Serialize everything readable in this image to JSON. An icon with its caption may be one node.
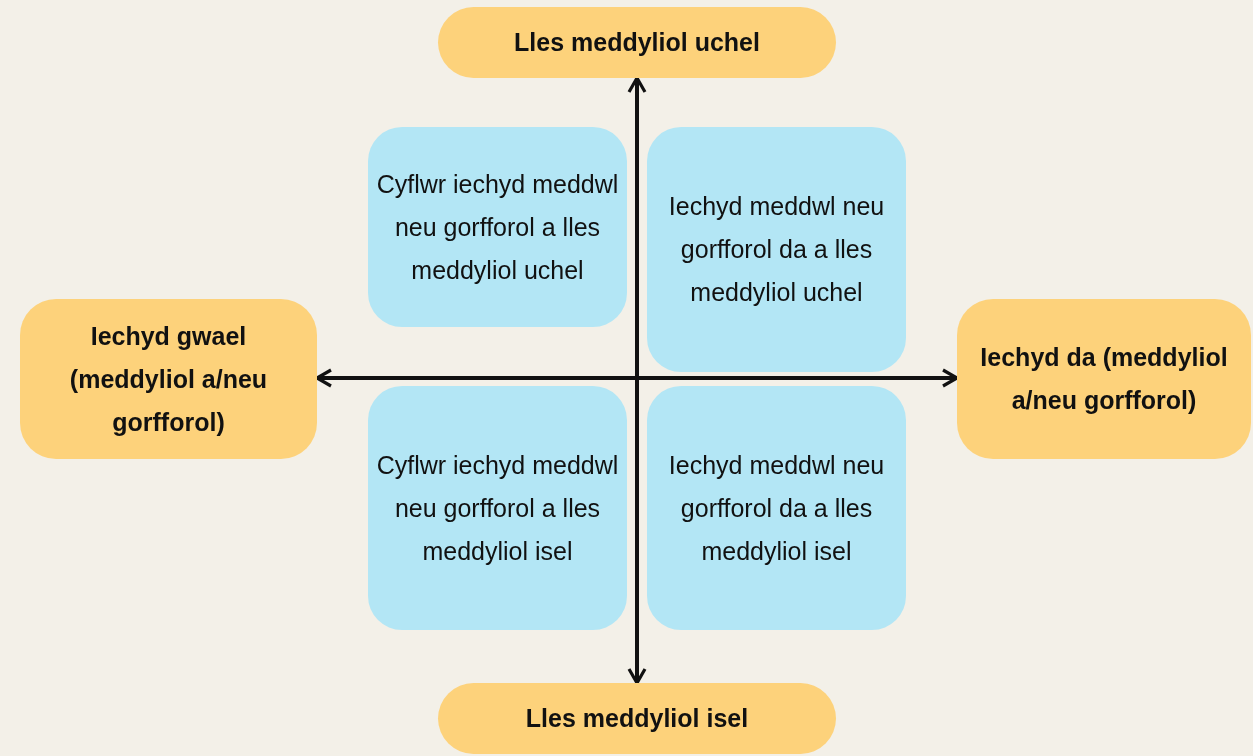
{
  "diagram": {
    "nodes": [
      {
        "text": [
          "Lles meddyliol uchel"
        ]
      },
      {
        "text": [
          "Cyflwr iechyd meddwl neu gorfforol a lles meddyliol uchel"
        ]
      },
      {
        "text": [
          "Iechyd meddwl neu gorfforol da a lles meddyliol uchel"
        ]
      },
      {
        "text": [
          "Iechyd gwael (meddyliol a/neu gorfforol)"
        ]
      },
      {
        "text": [
          "Iechyd da (meddyliol a/neu gorfforol)"
        ]
      },
      {
        "text": [
          "Cyflwr iechyd meddwl neu gorfforol a lles meddyliol isel"
        ]
      },
      {
        "text": [
          "Iechyd meddwl neu gorfforol da a lles meddyliol isel"
        ]
      },
      {
        "text": [
          "Lles meddyliol isel"
        ]
      }
    ],
    "edges": [
      {
        "from": 0,
        "to": 7,
        "arrow": "both"
      },
      {
        "from": 3,
        "to": 4,
        "arrow": "both"
      }
    ]
  }
}
